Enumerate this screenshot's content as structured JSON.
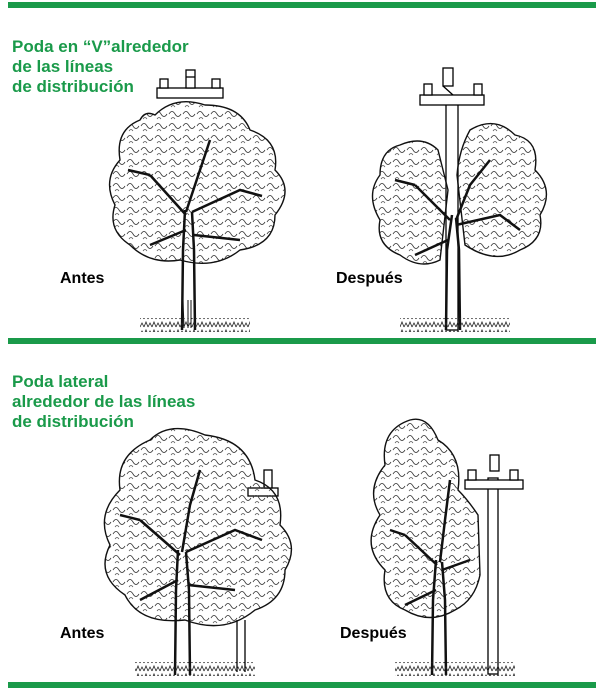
{
  "colors": {
    "accent": "#1a9a4a",
    "ink": "#000000"
  },
  "panel_v": {
    "title_lines": [
      "Poda en “V”alrededor",
      "de las líneas",
      "de distribución"
    ],
    "before_label": "Antes",
    "after_label": "Después"
  },
  "panel_lateral": {
    "title_lines": [
      "Poda lateral",
      "alrededor de las líneas",
      "de distribución"
    ],
    "before_label": "Antes",
    "after_label": "Después"
  }
}
